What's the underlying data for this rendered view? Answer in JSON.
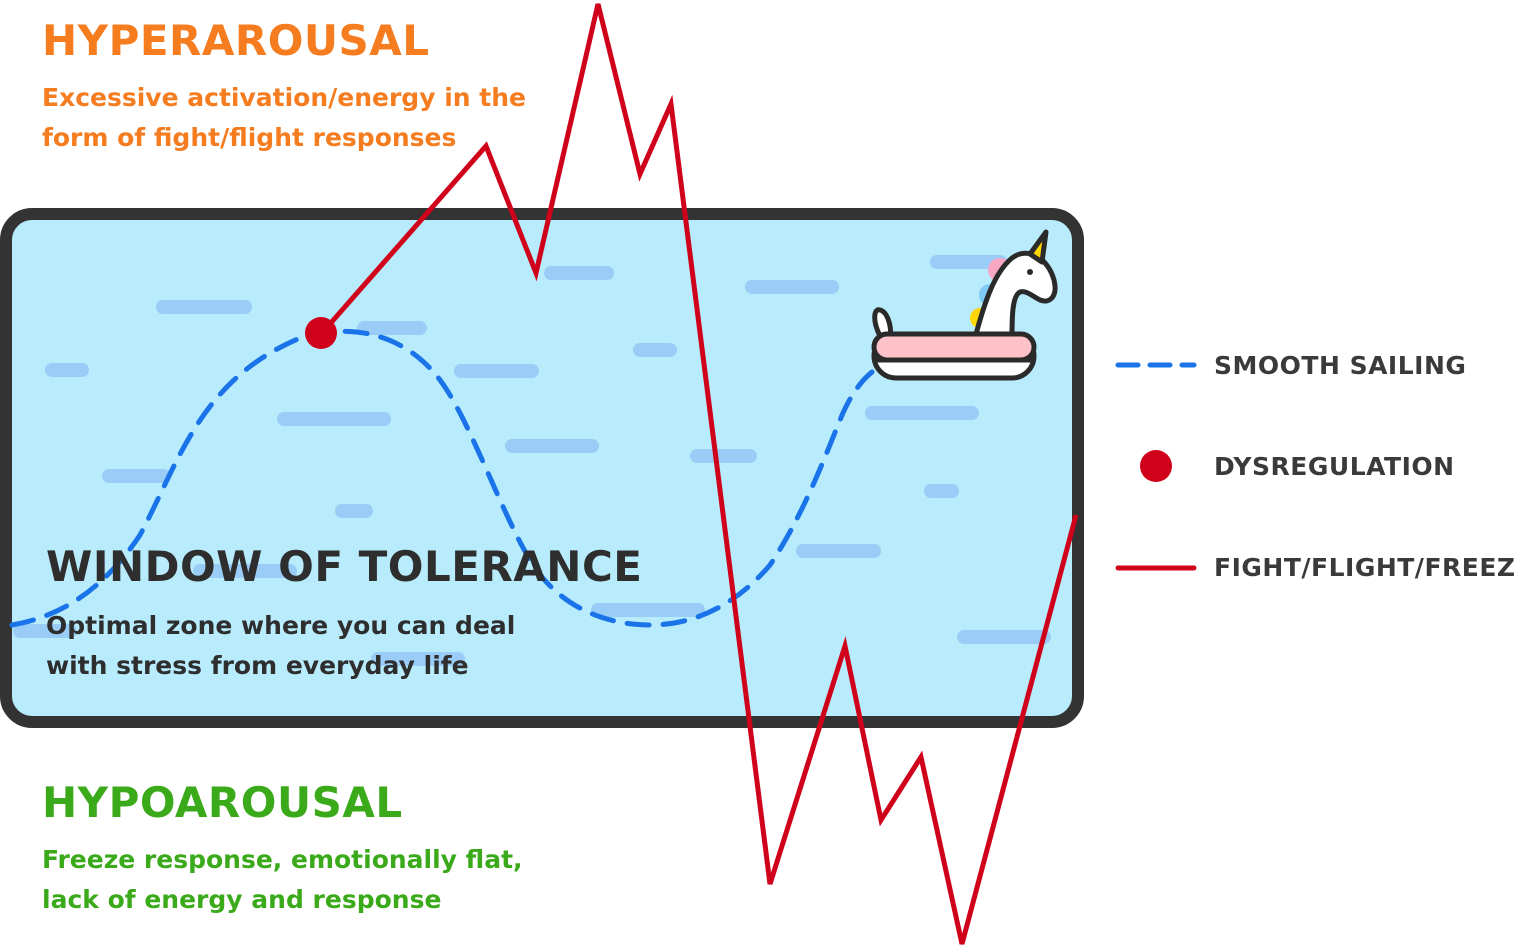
{
  "hyper": {
    "title": "HYPERAROUSAL",
    "desc_line1": "Excessive activation/energy in the",
    "desc_line2": "form of fight/flight responses",
    "color": "#f57c1f"
  },
  "window": {
    "title": "WINDOW OF TOLERANCE",
    "desc_line1": "Optimal zone where you can deal",
    "desc_line2": "with stress from everyday life",
    "fill_color": "#b8ecfc",
    "border_color": "#333333"
  },
  "hypo": {
    "title": "HYPOAROUSAL",
    "desc_line1": "Freeze response, emotionally flat,",
    "desc_line2": "lack of energy and response",
    "color": "#3aaa1a"
  },
  "legend": [
    {
      "label": "SMOOTH SAILING",
      "symbol": "dashed-line-icon",
      "color": "#1a73e8"
    },
    {
      "label": "DYSREGULATION",
      "symbol": "dot-icon",
      "color": "#d0021b"
    },
    {
      "label": "FIGHT/FLIGHT/FREEZE",
      "symbol": "solid-line-icon",
      "color": "#d0021b"
    }
  ],
  "icons": {
    "float": "unicorn-float-icon"
  }
}
